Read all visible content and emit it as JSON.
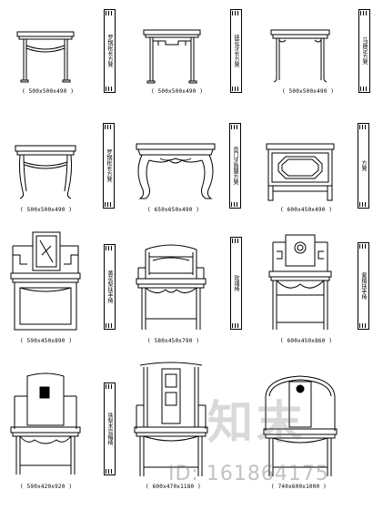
{
  "items": [
    {
      "label": "罗锅枨长方凳",
      "dims": "( 500x500x490 )"
    },
    {
      "label": "链花牙长方凳",
      "dims": "( 500x500x490 )"
    },
    {
      "label": "马蹄足方凳",
      "dims": "( 500x500x490 )"
    },
    {
      "label": "罗锅枨长方凳",
      "dims": "( 500x500x490 )"
    },
    {
      "label": "壶门牙鼓腿方凳",
      "dims": "( 650x650x490 )"
    },
    {
      "label": "方凳",
      "dims": "( 600x450x490 )"
    },
    {
      "label": "黄花梨扶手椅",
      "dims": "( 590x450x890 )"
    },
    {
      "label": "玫瑰椅",
      "dims": "( 580x450x790 )"
    },
    {
      "label": "紫檀扶手椅",
      "dims": "( 600x450x860 )"
    },
    {
      "label": "铁梨木官帽椅",
      "dims": "( 590x420x920 )"
    },
    {
      "label": "",
      "dims": "( 600x470x1180 )"
    },
    {
      "label": "",
      "dims": "( 740x600x1000 )"
    }
  ],
  "watermark": {
    "logo": "知末",
    "id": "ID: 161864175"
  },
  "colors": {
    "line": "#000000",
    "background": "#ffffff",
    "watermark": "#8a8a8a"
  }
}
